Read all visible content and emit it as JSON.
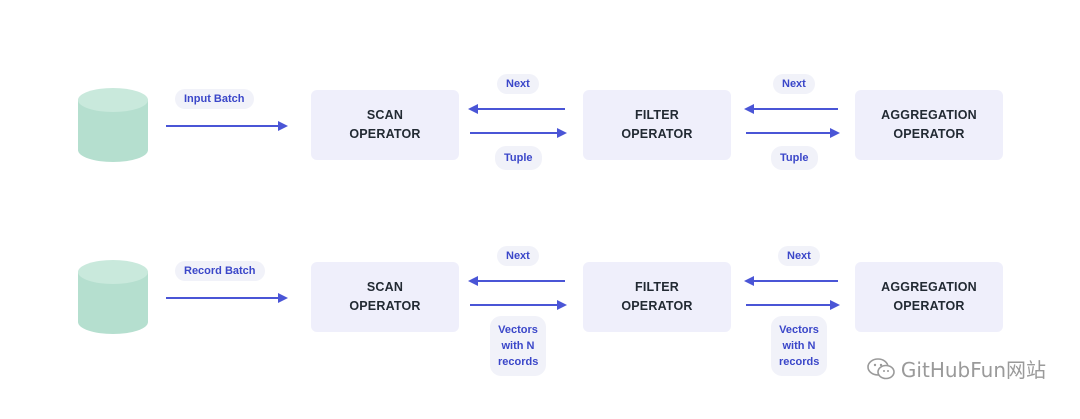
{
  "rows": [
    {
      "source_label": "Input Batch",
      "operators": [
        {
          "line1": "SCAN",
          "line2": "OPERATOR"
        },
        {
          "line1": "FILTER",
          "line2": "OPERATOR"
        },
        {
          "line1": "AGGREGATION",
          "line2": "OPERATOR"
        }
      ],
      "next_label_1": "Next",
      "next_label_2": "Next",
      "return_label_1": [
        "Tuple"
      ],
      "return_label_2": [
        "Tuple"
      ]
    },
    {
      "source_label": "Record Batch",
      "operators": [
        {
          "line1": "SCAN",
          "line2": "OPERATOR"
        },
        {
          "line1": "FILTER",
          "line2": "OPERATOR"
        },
        {
          "line1": "AGGREGATION",
          "line2": "OPERATOR"
        }
      ],
      "next_label_1": "Next",
      "next_label_2": "Next",
      "return_label_1": [
        "Vectors",
        "with N",
        "records"
      ],
      "return_label_2": [
        "Vectors",
        "with N",
        "records"
      ]
    }
  ],
  "colors": {
    "arrow": "#4a55d6",
    "operator_fill": "#efeffb",
    "database_fill": "#b5dfcf",
    "database_top": "#c9e9dc",
    "label_text": "#3b47c9"
  },
  "watermark": {
    "text": "GitHubFun网站",
    "icon": "wechat-icon"
  }
}
